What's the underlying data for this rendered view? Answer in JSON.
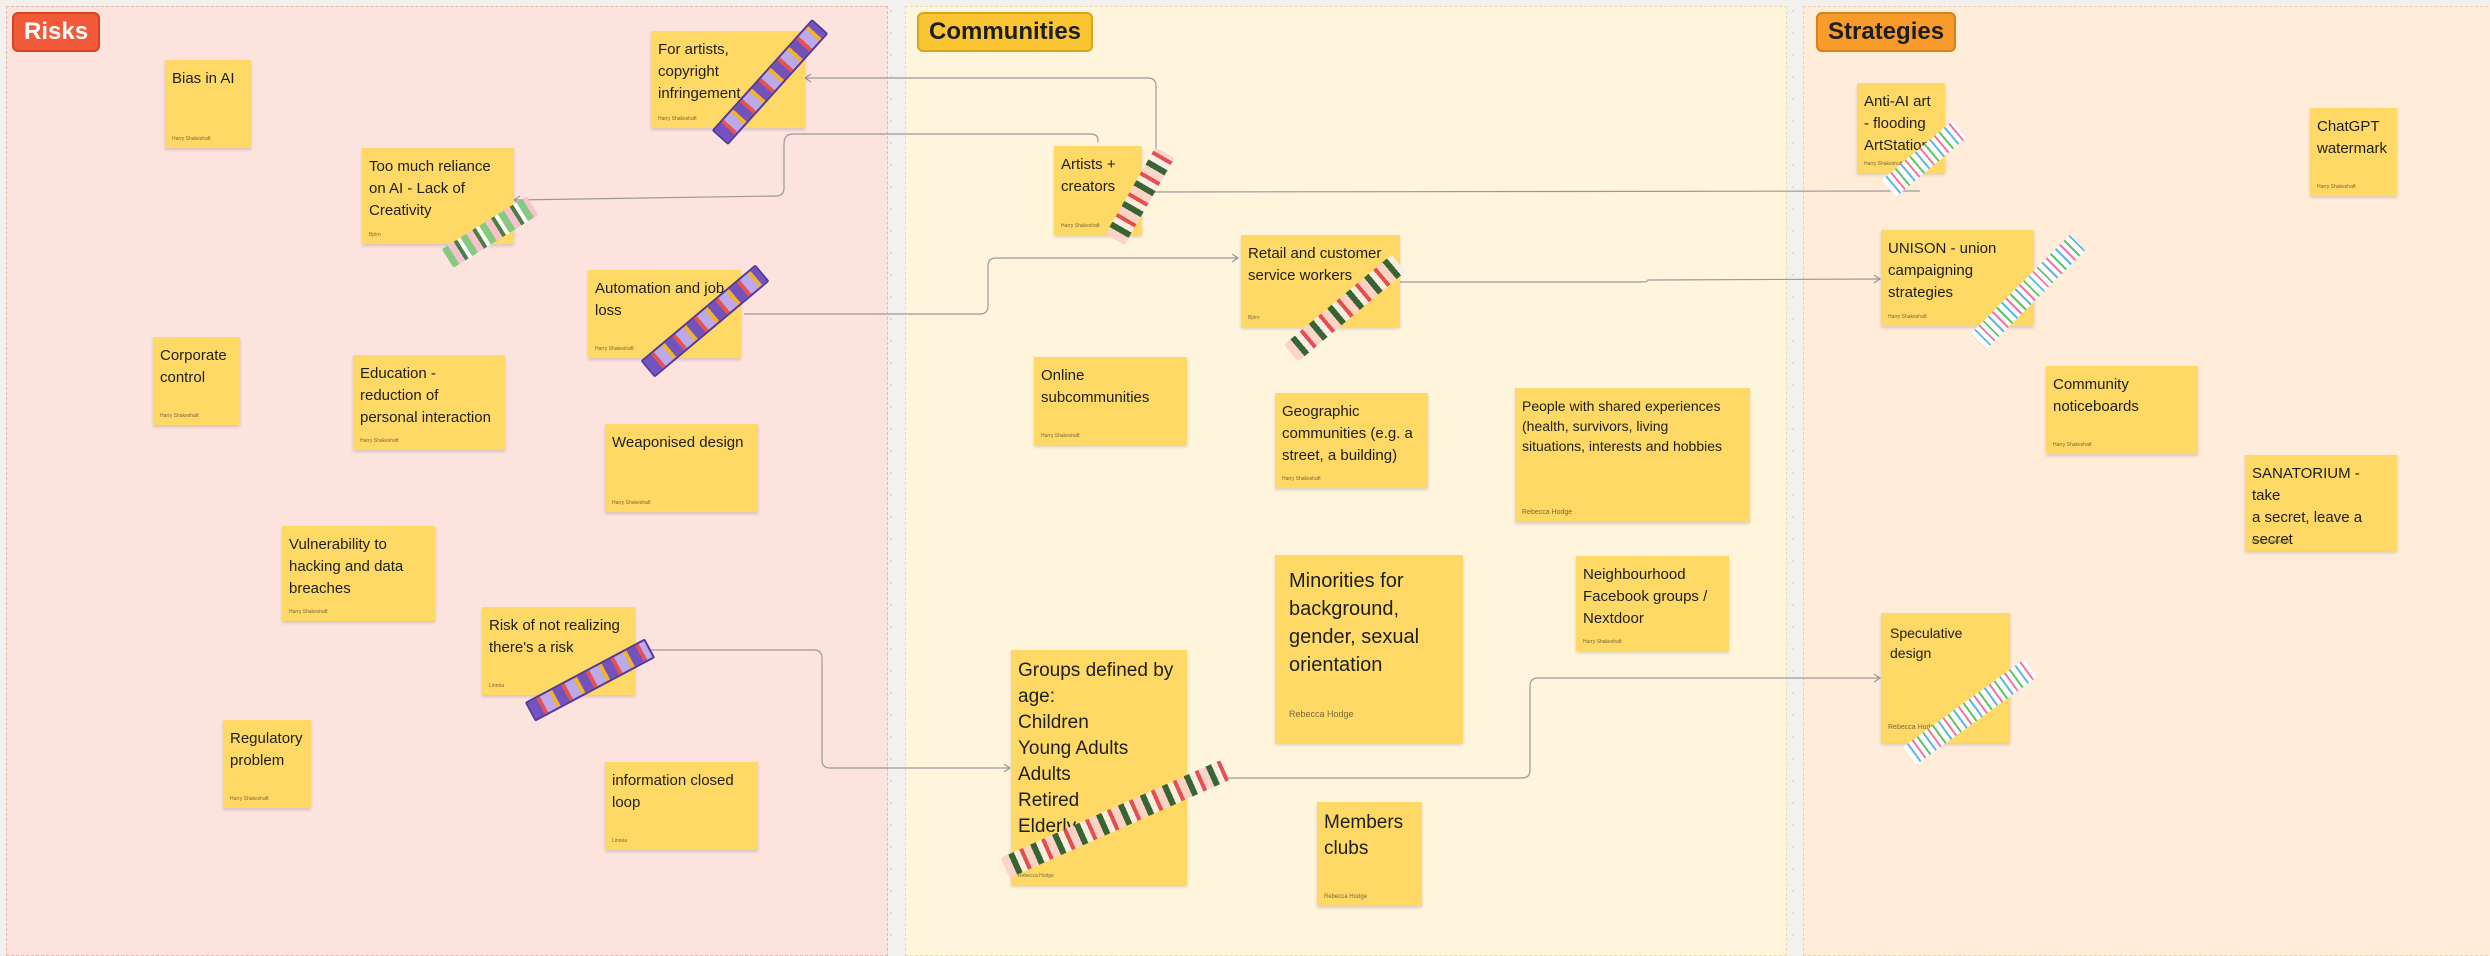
{
  "sections": {
    "risks": "Risks",
    "communities": "Communities",
    "strategies": "Strategies"
  },
  "notes": {
    "bias": {
      "text": "Bias in AI",
      "author": "Harry Shakeshaft"
    },
    "artists_copyright": {
      "text": "For artists,\ncopyright\ninfringement",
      "author": "Harry Shakeshaft"
    },
    "reliance": {
      "text": "Too much reliance\non AI - Lack of\nCreativity",
      "author": "Björn"
    },
    "automation": {
      "text": "Automation and job\nloss",
      "author": "Harry Shakeshaft"
    },
    "corporate": {
      "text": "Corporate\ncontrol",
      "author": "Harry Shakeshaft"
    },
    "education": {
      "text": "Education -\nreduction of\npersonal interaction",
      "author": "Harry Shakeshaft"
    },
    "weaponised": {
      "text": "Weaponised design",
      "author": "Harry Shakeshaft"
    },
    "vulnerability": {
      "text": "Vulnerability to\nhacking and data\nbreaches",
      "author": "Harry Shakeshaft"
    },
    "not_realizing": {
      "text": "Risk of not realizing\nthere's a risk",
      "author": "Linnéa"
    },
    "regulatory": {
      "text": "Regulatory\nproblem",
      "author": "Harry Shakeshaft"
    },
    "info_closed": {
      "text": "information closed\nloop",
      "author": "Linnéa"
    },
    "artists_creators": {
      "text": "Artists +\ncreators",
      "author": "Harry Shakeshaft"
    },
    "retail": {
      "text": "Retail and customer\nservice workers",
      "author": "Björn"
    },
    "online": {
      "text": "Online\nsubcommunities",
      "author": "Harry Shakeshaft"
    },
    "geographic": {
      "text": "Geographic\ncommunities (e.g. a\nstreet, a building)",
      "author": "Harry Shakeshaft"
    },
    "shared": {
      "text": "People with shared experiences\n(health, survivors, living\nsituations, interests and hobbies",
      "author": "Rebecca Hodge"
    },
    "minorities": {
      "text": "Minorities for\nbackground,\ngender, sexual\norientation",
      "author": "Rebecca Hodge"
    },
    "neighbourhood": {
      "text": "Neighbourhood\nFacebook groups /\nNextdoor",
      "author": "Harry Shakeshaft"
    },
    "age_groups": {
      "text": "Groups defined by\nage:\nChildren\nYoung Adults\nAdults\nRetired\nElderly",
      "author": "Rebecca Hodge"
    },
    "members": {
      "text": "Members\nclubs",
      "author": "Rebecca Hodge"
    },
    "anti_ai": {
      "text": "Anti-AI art\n- flooding\nArtStation",
      "author": "Harry Shakeshaft"
    },
    "chatgpt": {
      "text": "ChatGPT\nwatermark",
      "author": "Harry Shakeshaft"
    },
    "unison": {
      "text": "UNISON - union\ncampaigning\nstrategies",
      "author": "Harry Shakeshaft"
    },
    "noticeboards": {
      "text": "Community\nnoticeboards",
      "author": "Harry Shakeshaft"
    },
    "sanatorium": {
      "text": "SANATORIUM - take\na secret, leave a\nsecret",
      "author": "Harry Shakeshaft"
    },
    "speculative": {
      "text": "Speculative\ndesign",
      "author": "Rebecca Hodge"
    }
  }
}
